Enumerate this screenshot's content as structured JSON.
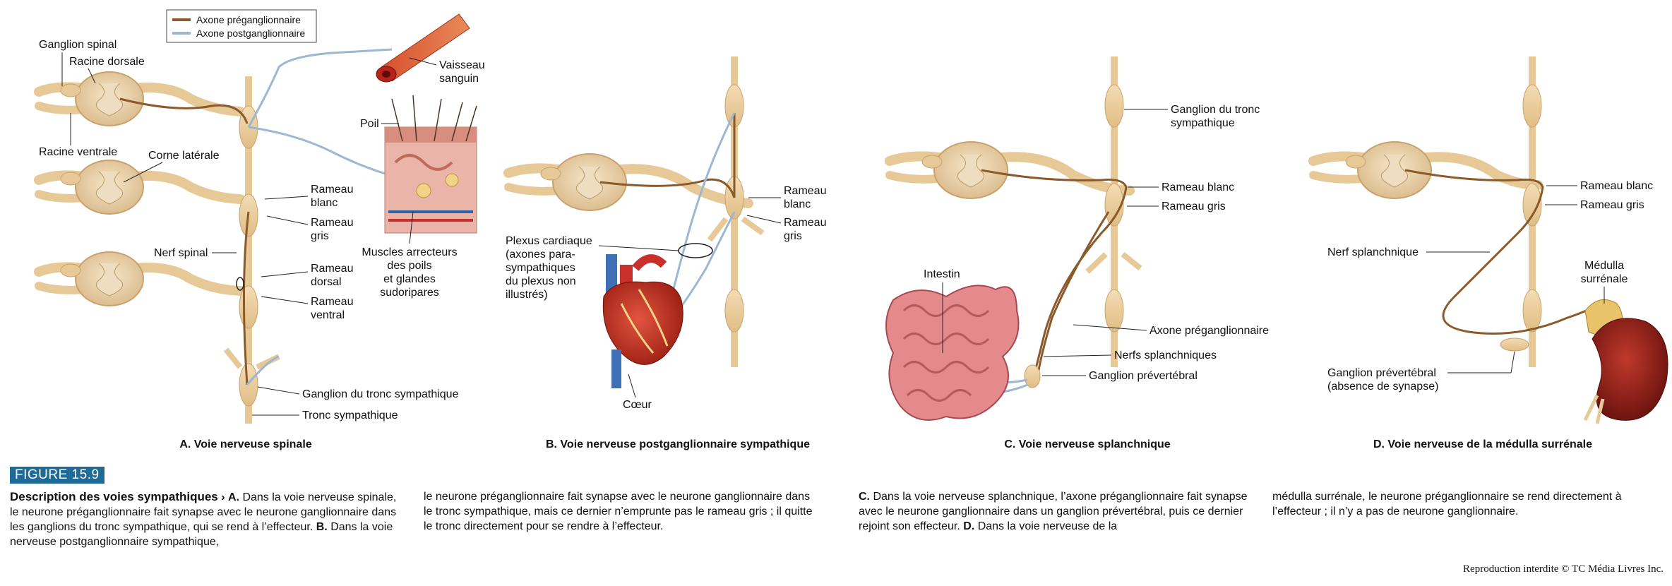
{
  "legend": {
    "preganglionic": "Axone préganglionnaire",
    "postganglionic": "Axone postganglionnaire",
    "preganglionic_color": "#8a5a2b",
    "postganglionic_color": "#9db7d3"
  },
  "panel_a": {
    "caption": "A. Voie nerveuse spinale",
    "labels": {
      "ganglion_spinal": "Ganglion spinal",
      "racine_dorsale": "Racine dorsale",
      "racine_ventrale": "Racine ventrale",
      "corne_laterale": "Corne latérale",
      "nerf_spinal": "Nerf spinal",
      "rameau_blanc_1": "Rameau",
      "rameau_blanc_2": "blanc",
      "rameau_gris_1": "Rameau",
      "rameau_gris_2": "gris",
      "rameau_dorsal_1": "Rameau",
      "rameau_dorsal_2": "dorsal",
      "rameau_ventral_1": "Rameau",
      "rameau_ventral_2": "ventral",
      "ganglion_tronc": "Ganglion du tronc sympathique",
      "tronc": "Tronc sympathique",
      "vaisseau_1": "Vaisseau",
      "vaisseau_2": "sanguin",
      "poil": "Poil",
      "muscles_1": "Muscles arrecteurs",
      "muscles_2": "des poils",
      "muscles_3": "et glandes",
      "muscles_4": "sudoripares"
    }
  },
  "panel_b": {
    "caption": "B. Voie nerveuse postganglionnaire sympathique",
    "labels": {
      "rameau_blanc_1": "Rameau",
      "rameau_blanc_2": "blanc",
      "rameau_gris_1": "Rameau",
      "rameau_gris_2": "gris",
      "plexus_1": "Plexus cardiaque",
      "plexus_2": "(axones para-",
      "plexus_3": "sympathiques",
      "plexus_4": "du plexus non",
      "plexus_5": "illustrés)",
      "coeur": "Cœur"
    }
  },
  "panel_c": {
    "caption": "C. Voie nerveuse splanchnique",
    "labels": {
      "ganglion_tronc_1": "Ganglion du tronc",
      "ganglion_tronc_2": "sympathique",
      "rameau_blanc": "Rameau blanc",
      "rameau_gris": "Rameau gris",
      "intestin": "Intestin",
      "axone_pre": "Axone préganglionnaire",
      "nerfs_splanch": "Nerfs splanchniques",
      "ganglion_prev": "Ganglion prévertébral"
    }
  },
  "panel_d": {
    "caption": "D. Voie nerveuse de la médulla surrénale",
    "labels": {
      "rameau_blanc": "Rameau blanc",
      "rameau_gris": "Rameau gris",
      "nerf_splanch": "Nerf splanchnique",
      "medulla_1": "Médulla",
      "medulla_2": "surrénale",
      "ganglion_prev_1": "Ganglion prévertébral",
      "ganglion_prev_2": "(absence de synapse)"
    }
  },
  "figure": {
    "badge": "FIGURE 15.9",
    "title": "Description des voies sympathiques",
    "arrow": "›",
    "col1_a": "A.",
    "col1_text": " Dans la voie nerveuse spinale, le neurone préganglionnaire fait synapse avec le neurone ganglionnaire dans les ganglions du tronc sympathique, qui se rend à l’effecteur. ",
    "col1_b": "B.",
    "col1_text2": " Dans la voie nerveuse postganglionnaire sympathique,",
    "col2_text": "le neurone préganglionnaire fait synapse avec le neurone ganglionnaire dans le tronc sympathique, mais ce dernier n’emprunte pas le rameau gris ; il quitte le tronc directement pour se rendre à l’effecteur.",
    "col3_c": "C.",
    "col3_text": " Dans la voie nerveuse splanchnique, l’axone préganglionnaire fait synapse avec le neurone ganglionnaire dans un ganglion prévertébral, puis ce dernier rejoint son effecteur. ",
    "col3_d": "D.",
    "col3_text2": " Dans la voie nerveuse de la",
    "col4_text": "médulla surrénale, le neurone préganglionnaire se rend directement à l’effecteur ; il n’y a pas de neurone ganglionnaire.",
    "copyright": "Reproduction interdite © TC Média Livres Inc."
  }
}
